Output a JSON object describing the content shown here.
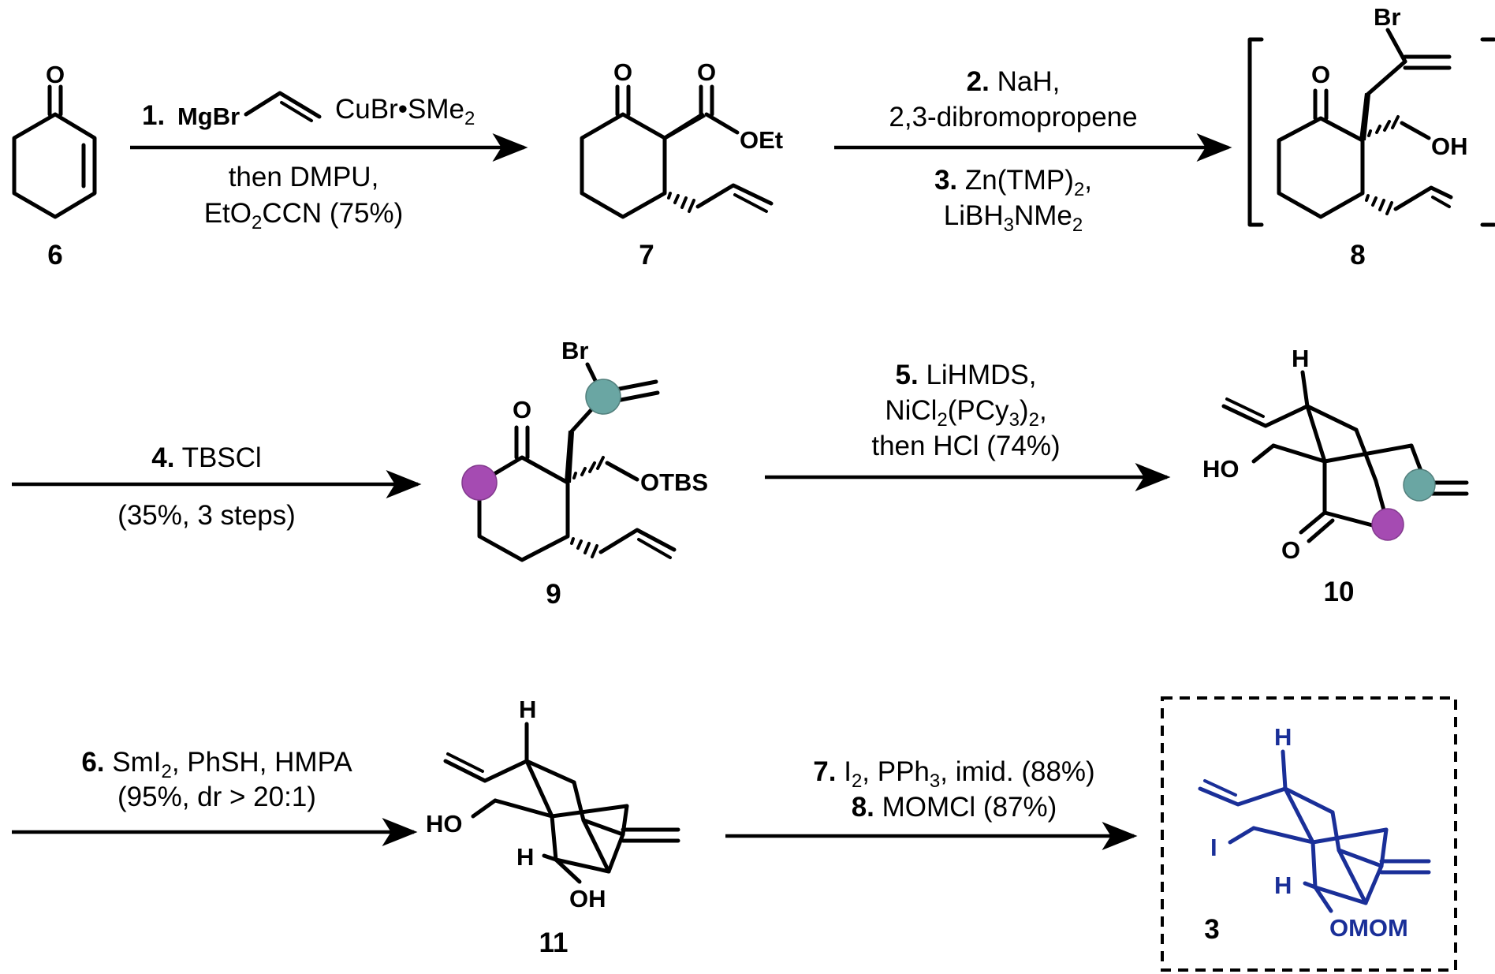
{
  "colors": {
    "ink": "#000000",
    "target": "#1a2f98",
    "marker_teal": "#6aa6a3",
    "marker_magenta": "#a54bb2",
    "box_border": "#000000"
  },
  "compounds": {
    "c6": {
      "label": "6",
      "atoms": [
        "O"
      ]
    },
    "c7": {
      "label": "7",
      "atoms": [
        "O",
        "O",
        "OEt"
      ]
    },
    "c8": {
      "label": "8",
      "atoms": [
        "Br",
        "O",
        "OH"
      ]
    },
    "c9": {
      "label": "9",
      "atoms": [
        "Br",
        "O",
        "OTBS"
      ]
    },
    "c10": {
      "label": "10",
      "atoms": [
        "H",
        "HO",
        "O"
      ]
    },
    "c11": {
      "label": "11",
      "atoms": [
        "H",
        "HO",
        "H",
        "OH"
      ]
    },
    "c3": {
      "label": "3",
      "atoms": [
        "H",
        "I",
        "H",
        "OMOM"
      ]
    }
  },
  "steps": {
    "s1": {
      "above": {
        "num": "1.",
        "reagent": "MgBr",
        "reagent2": "CuBr•SMe",
        "sub": "2"
      },
      "below": [
        "then DMPU,",
        {
          "pre": "EtO",
          "sub": "2",
          "post": "CCN (75%)"
        }
      ]
    },
    "s2": {
      "above": [
        {
          "num": "2.",
          "text": " NaH,"
        },
        "2,3-dibromopropene"
      ],
      "below": [
        {
          "num": "3.",
          "pre": " Zn(TMP)",
          "sub": "2",
          "post": ","
        },
        {
          "pre": "LiBH",
          "sub": "3",
          "mid": "NMe",
          "sub2": "2"
        }
      ]
    },
    "s3": {
      "above": {
        "num": "4.",
        "text": " TBSCl"
      },
      "below": "(35%, 3 steps)"
    },
    "s4": {
      "above": [
        {
          "num": "5.",
          "text": " LiHMDS,"
        },
        {
          "pre": "NiCl",
          "sub": "2",
          "mid": "(PCy",
          "sub2": "3",
          "post": ")",
          "sub3": "2",
          "post2": ","
        },
        "then HCl (74%)"
      ]
    },
    "s5": {
      "above": [
        {
          "num": "6.",
          "pre": " SmI",
          "sub": "2",
          "post": ", PhSH, HMPA"
        },
        "(95%, dr > 20:1)"
      ]
    },
    "s6": {
      "above": [
        {
          "num": "7.",
          "pre": " I",
          "sub": "2",
          "mid": ", PPh",
          "sub2": "3",
          "post": ", imid. (88%)"
        },
        {
          "num": "8.",
          "text": " MOMCl (87%)"
        }
      ]
    }
  }
}
